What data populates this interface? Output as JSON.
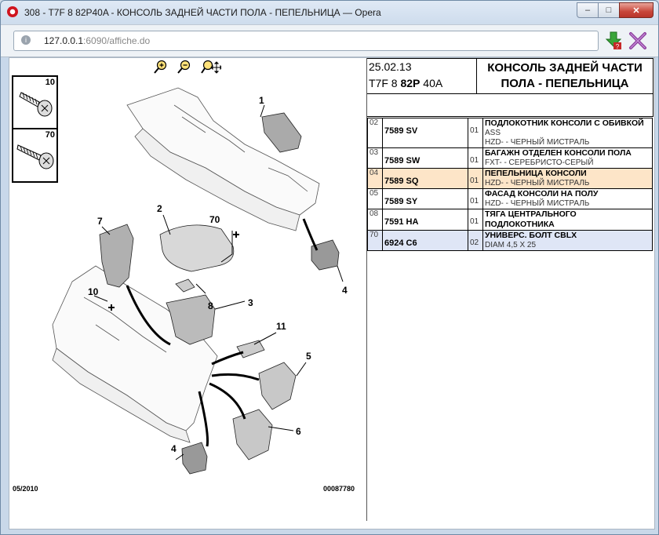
{
  "window": {
    "title": "308 - T7F 8 82P40A - КОНСОЛЬ ЗАДНЕЙ ЧАСТИ ПОЛА - ПЕПЕЛЬНИЦА — Opera",
    "minimize_label": "–",
    "maximize_label": "□",
    "close_label": "✕"
  },
  "address": {
    "host": "127.0.0.1",
    "rest": ":6090/affiche.do"
  },
  "diagram": {
    "inset_labels": [
      "10",
      "70"
    ],
    "callouts": [
      "1",
      "2",
      "3",
      "4",
      "4",
      "5",
      "6",
      "7",
      "8",
      "10",
      "11",
      "70"
    ],
    "date": "05/2010",
    "drawing_number": "00087780"
  },
  "header": {
    "date": "25.02.13",
    "code_a": "T7F 8 ",
    "code_b": "82P",
    "code_c": " 40A",
    "title_line1": "КОНСОЛЬ ЗАДНЕЙ ЧАСТИ",
    "title_line2": "ПОЛА - ПЕПЕЛЬНИЦА"
  },
  "parts": [
    {
      "grp": "02",
      "ref": "7589 SV",
      "qty": "01",
      "name": "ПОДЛОКОТНИК КОНСОЛИ С ОБИВКОЙ",
      "sub1": "ASS",
      "sub2": "HZD- - ЧЕРНЫЙ МИСТРАЛЬ",
      "style": ""
    },
    {
      "grp": "03",
      "ref": "7589 SW",
      "qty": "01",
      "name": "БАГАЖН ОТДЕЛЕН КОНСОЛИ ПОЛА",
      "sub1": "FXT- - СЕРЕБРИСТО-СЕРЫЙ",
      "sub2": "",
      "style": ""
    },
    {
      "grp": "04",
      "ref": "7589 SQ",
      "qty": "01",
      "name": "ПЕПЕЛЬНИЦА КОНСОЛИ",
      "sub1": "HZD- - ЧЕРНЫЙ МИСТРАЛЬ",
      "sub2": "",
      "style": "orange"
    },
    {
      "grp": "05",
      "ref": "7589 SY",
      "qty": "01",
      "name": "ФАСАД КОНСОЛИ НА ПОЛУ",
      "sub1": "HZD- - ЧЕРНЫЙ МИСТРАЛЬ",
      "sub2": "",
      "style": ""
    },
    {
      "grp": "08",
      "ref": "7591 HA",
      "qty": "01",
      "name": "ТЯГА ЦЕНТРАЛЬНОГО",
      "sub1": "ПОДЛОКОТНИКА",
      "sub2": "",
      "style": "",
      "sub_bold": true
    },
    {
      "grp": "70",
      "ref": "6924 C6",
      "qty": "02",
      "name": "УНИВЕРС. БОЛТ CBLX",
      "sub1": "DIAM 4,5 X 25",
      "sub2": "",
      "style": "blue"
    }
  ],
  "colors": {
    "highlight_orange": "#fde5c8",
    "highlight_blue": "#dfe6f6",
    "opera_red": "#d0151f"
  }
}
